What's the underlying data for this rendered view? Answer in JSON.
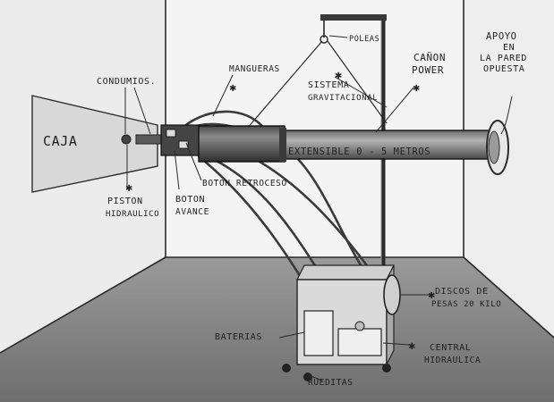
{
  "labels": {
    "caja": "CAJA",
    "condumios": "CONDUMIOS.",
    "piston_line1": "PISTON",
    "piston_line2": "HIDRAULICO",
    "boton_retroceso": "BOTON RETROCESO",
    "boton_avance_line1": "BOTON",
    "boton_avance_line2": "AVANCE",
    "mangueras": "MANGUERAS",
    "poleas": "POLEAS",
    "sistema_line1": "SISTEMA",
    "sistema_line2": "GRAVITACIONAL",
    "canon_line1": "CAÑON",
    "canon_line2": "POWER",
    "apoyo_line1": "APOYO",
    "apoyo_line2": "EN",
    "apoyo_line3": "LA PARED",
    "apoyo_line4": "OPUESTA",
    "extensible": "EXTENSIBLE 0 - 5 METROS",
    "discos_line1": "DISCOS DE",
    "discos_line2": "PESAS 20 KILO",
    "baterias": "BATERIAS",
    "central_line1": "CENTRAL",
    "central_line2": "HIDRAULICA",
    "ruedas": "RUEDITAS"
  }
}
